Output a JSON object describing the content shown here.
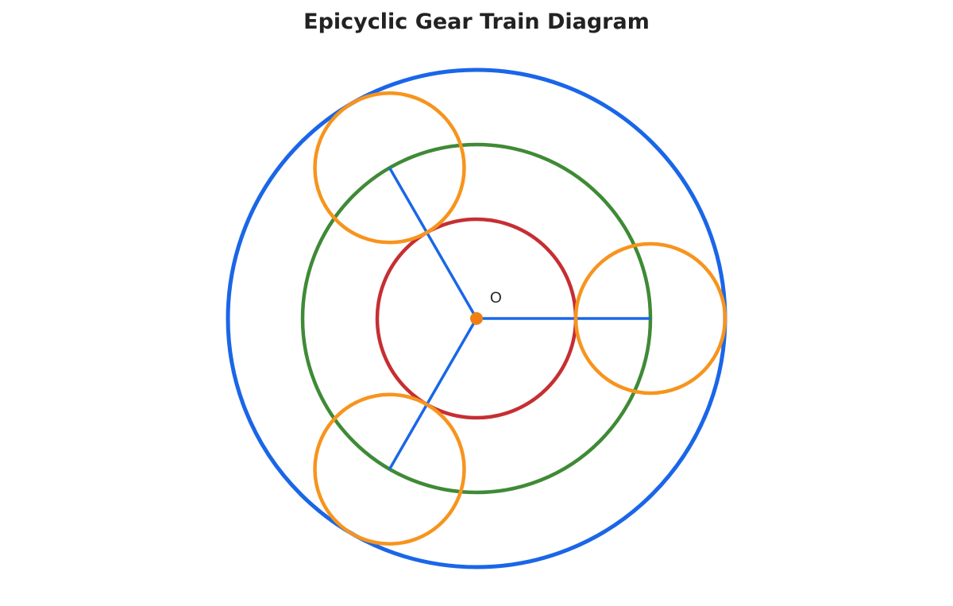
{
  "title": "Epicyclic Gear Train Diagram",
  "center_label": "O",
  "planet_count": 3,
  "colors": {
    "ring_gear": "#1a66e8",
    "pitch_circle": "#3f8a36",
    "sun_gear": "#c62e32",
    "planet_gears": "#f7941d",
    "carrier_arms": "#1a66e8",
    "center_pivot": "#f07f13"
  }
}
